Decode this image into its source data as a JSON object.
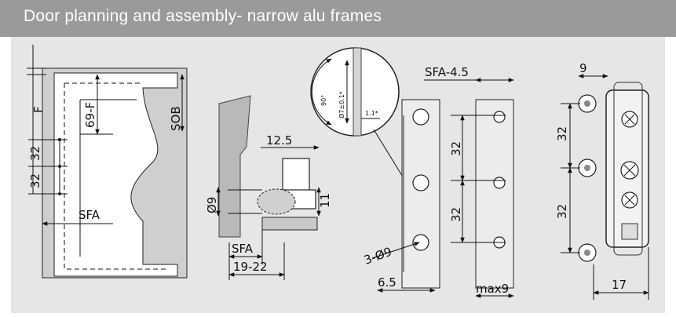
{
  "header": {
    "title": "Door planning and assembly- narrow alu frames"
  },
  "colors": {
    "header_bg": "#9a9a9a",
    "canvas_bg": "#e6e6e6",
    "line": "#111111"
  },
  "fig1": {
    "f": "F",
    "dim_69f": "69-F",
    "sob": "SOB",
    "d32a": "32",
    "d32b": "32",
    "sfa": "SFA"
  },
  "fig2": {
    "d125": "12.5",
    "d9": "Ø9",
    "d11": "11",
    "sfa": "SFA",
    "d1922": "19-22"
  },
  "detail": {
    "angle": "90°",
    "dia": "Ø7±0.1*",
    "offset": "1.1*"
  },
  "fig3": {
    "sfa45": "SFA-4.5",
    "d32a": "32",
    "d32b": "32",
    "holes": "3-Ø9",
    "d65": "6.5",
    "max9": "max9"
  },
  "fig4": {
    "d9": "9",
    "d32a": "32",
    "d32b": "32",
    "d17": "17"
  }
}
